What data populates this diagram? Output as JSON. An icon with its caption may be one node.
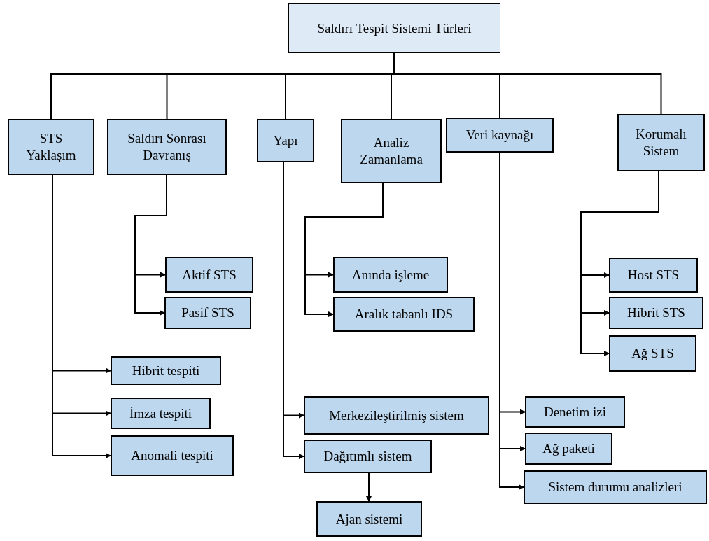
{
  "diagram": {
    "nodes": [
      {
        "text": [
          "Saldırı Tespit Sistemi Türleri"
        ]
      },
      {
        "text": [
          "STS Yaklaşım"
        ]
      },
      {
        "text": [
          "Saldırı Sonrası Davranış"
        ]
      },
      {
        "text": [
          "Yapı"
        ]
      },
      {
        "text": [
          "Analiz Zamanlama"
        ]
      },
      {
        "text": [
          "Veri kaynağı"
        ]
      },
      {
        "text": [
          "Korumalı Sistem"
        ]
      },
      {
        "text": [
          "Aktif STS"
        ]
      },
      {
        "text": [
          "Pasif STS"
        ]
      },
      {
        "text": [
          "Hibrit tespiti"
        ]
      },
      {
        "text": [
          "İmza tespiti"
        ]
      },
      {
        "text": [
          "Anomali tespiti"
        ]
      },
      {
        "text": [
          "Anında işleme"
        ]
      },
      {
        "text": [
          "Aralık tabanlı IDS"
        ]
      },
      {
        "text": [
          "Merkezileştirilmiş sistem"
        ]
      },
      {
        "text": [
          "Dağıtımlı sistem"
        ]
      },
      {
        "text": [
          "Ajan sistemi"
        ]
      },
      {
        "text": [
          "Host STS"
        ]
      },
      {
        "text": [
          "Hibrit STS"
        ]
      },
      {
        "text": [
          "Ağ STS"
        ]
      },
      {
        "text": [
          "Denetim izi"
        ]
      },
      {
        "text": [
          "Ağ paketi"
        ]
      },
      {
        "text": [
          "Sistem durumu analizleri"
        ]
      }
    ],
    "edges": [
      {
        "from": 0,
        "to": 1,
        "arrow": "none"
      },
      {
        "from": 0,
        "to": 2,
        "arrow": "none"
      },
      {
        "from": 0,
        "to": 3,
        "arrow": "none"
      },
      {
        "from": 0,
        "to": 4,
        "arrow": "none"
      },
      {
        "from": 0,
        "to": 5,
        "arrow": "none"
      },
      {
        "from": 0,
        "to": 6,
        "arrow": "none"
      },
      {
        "from": 2,
        "to": 7,
        "arrow": "to"
      },
      {
        "from": 2,
        "to": 8,
        "arrow": "to"
      },
      {
        "from": 1,
        "to": 9,
        "arrow": "to"
      },
      {
        "from": 1,
        "to": 10,
        "arrow": "to"
      },
      {
        "from": 1,
        "to": 11,
        "arrow": "to"
      },
      {
        "from": 4,
        "to": 12,
        "arrow": "to"
      },
      {
        "from": 4,
        "to": 13,
        "arrow": "to"
      },
      {
        "from": 3,
        "to": 14,
        "arrow": "to"
      },
      {
        "from": 3,
        "to": 15,
        "arrow": "to"
      },
      {
        "from": 15,
        "to": 16,
        "arrow": "to"
      },
      {
        "from": 6,
        "to": 17,
        "arrow": "to"
      },
      {
        "from": 6,
        "to": 18,
        "arrow": "to"
      },
      {
        "from": 6,
        "to": 19,
        "arrow": "to"
      },
      {
        "from": 5,
        "to": 20,
        "arrow": "to"
      },
      {
        "from": 5,
        "to": 21,
        "arrow": "to"
      },
      {
        "from": 5,
        "to": 22,
        "arrow": "to"
      }
    ]
  }
}
